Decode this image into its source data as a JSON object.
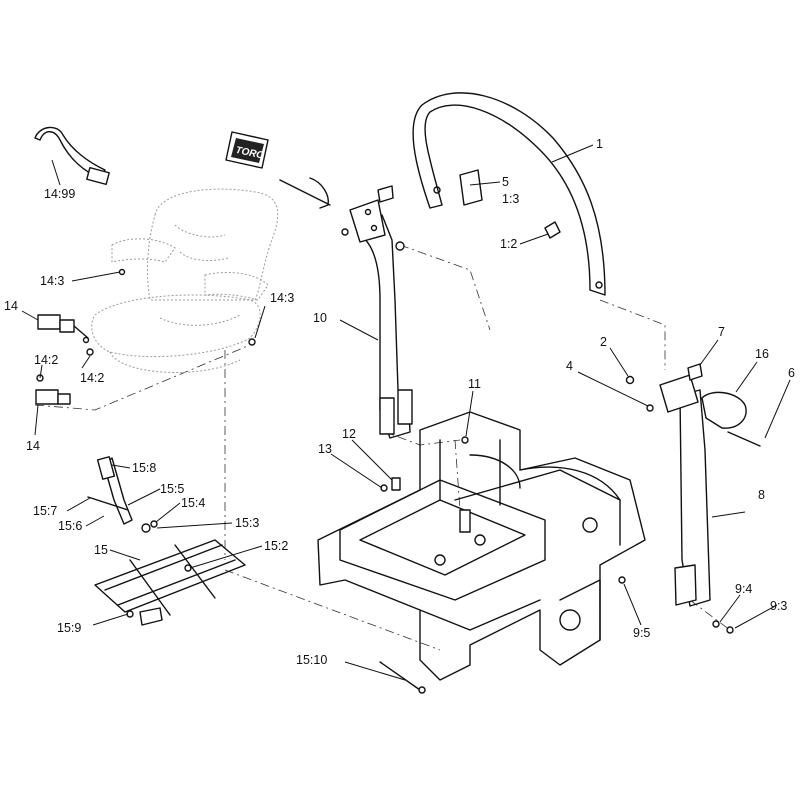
{
  "logo_text": "TORO",
  "callouts": [
    "1",
    "5",
    "1:3",
    "1:2",
    "14:99",
    "14:3",
    "14",
    "14:2",
    "14:2",
    "14:3",
    "10",
    "2",
    "7",
    "16",
    "4",
    "6",
    "11",
    "12",
    "13",
    "15:8",
    "15:7",
    "15:5",
    "15:4",
    "15:6",
    "15:3",
    "15",
    "15:2",
    "8",
    "9:4",
    "9:3",
    "9:5",
    "15:9",
    "15:10",
    "14"
  ]
}
